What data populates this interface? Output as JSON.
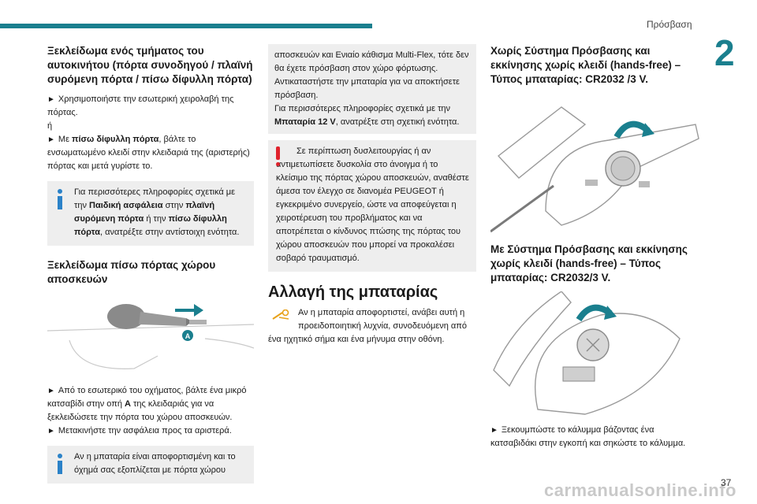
{
  "header": {
    "section": "Πρόσβαση",
    "chapter_number": "2",
    "page_number": "37"
  },
  "col1": {
    "heading1": "Ξεκλείδωμα ενός τμήματος του αυτοκινήτου (πόρτα συνοδηγού / πλαϊνή συρόμενη πόρτα / πίσω δίφυλλη πόρτα)",
    "p1": "Χρησιμοποιήστε την εσωτερική χειρολαβή της πόρτας.",
    "or": "ή",
    "p2_pre": "Με ",
    "p2_bold": "πίσω δίφυλλη πόρτα",
    "p2_post": ", βάλτε το ενσωματωμένο κλειδί στην κλειδαριά της (αριστερής) πόρτας και μετά γυρίστε το.",
    "info1_pre": "Για περισσότερες πληροφορίες σχετικά με την ",
    "info1_b1": "Παιδική ασφάλεια",
    "info1_mid1": " στην ",
    "info1_b2": "πλαϊνή συρόμενη πόρτα",
    "info1_mid2": " ή την ",
    "info1_b3": "πίσω δίφυλλη πόρτα",
    "info1_post": ", ανατρέξτε στην αντίστοιχη ενότητα.",
    "heading2": "Ξεκλείδωμα πίσω πόρτας χώρου αποσκευών",
    "label_a": "A",
    "p3_pre": "Από το εσωτερικό του οχήματος, βάλτε ένα μικρό κατσαβίδι στην οπή ",
    "p3_bold": "A",
    "p3_post": " της κλειδαριάς για να ξεκλειδώσετε την πόρτα του χώρου αποσκευών.",
    "p4": "Μετακινήστε την ασφάλεια προς τα αριστερά.",
    "info2": "Αν η μπαταρία είναι αποφορτισμένη και το όχημά σας εξοπλίζεται με πόρτα χώρου"
  },
  "col2": {
    "cont_p1": "αποσκευών και Ενιαίο κάθισμα Multi-Flex, τότε δεν θα έχετε πρόσβαση στον χώρο φόρτωσης.",
    "cont_p2": "Αντικαταστήστε την μπαταρία για να αποκτήσετε πρόσβαση.",
    "cont_p3_pre": "Για περισσότερες πληροφορίες σχετικά με την ",
    "cont_p3_bold": "Μπαταρία 12 V",
    "cont_p3_post": ", ανατρέξτε στη σχετική ενότητα.",
    "warning": "Σε περίπτωση δυσλειτουργίας ή αν αντιμετωπίσετε δυσκολία στο άνοιγμα ή το κλείσιμο της πόρτας χώρου αποσκευών, αναθέστε άμεσα τον έλεγχο σε διανομέα PEUGEOT ή εγκεκριμένο συνεργείο, ώστε να αποφεύγεται η χειροτέρευση του προβλήματος και να αποτρέπεται ο κίνδυνος πτώσης της πόρτας του χώρου αποσκευών που μπορεί να προκαλέσει σοβαρό τραυματισμό.",
    "heading": "Αλλαγή της μπαταρίας",
    "battery_first": "Αν η μπαταρία αποφορτιστεί, ανάβει αυτή η",
    "battery_second": "προειδοποιητική λυχνία, συνοδευόμενη από",
    "battery_rest": "ένα ηχητικό σήμα και ένα μήνυμα στην οθόνη."
  },
  "col3": {
    "heading1": "Χωρίς Σύστημα Πρόσβασης και εκκίνησης χωρίς κλειδί (hands-free) – Τύπος μπαταρίας: CR2032 /3 V.",
    "heading2": "Με Σύστημα Πρόσβασης και εκκίνησης χωρίς κλειδί (hands-free) – Τύπος μπαταρίας: CR2032/3 V.",
    "p1": "Ξεκουμπώστε το κάλυμμα βάζοντας ένα κατσαβιδάκι στην εγκοπή και σηκώστε το κάλυμμα."
  },
  "watermark": "carmanualsonline.info",
  "colors": {
    "accent": "#1a7f8e",
    "info_icon": "#2b82c8",
    "warning_icon": "#e0222c",
    "box_bg": "#eeeeee",
    "battery_icon": "#e8a21a"
  }
}
